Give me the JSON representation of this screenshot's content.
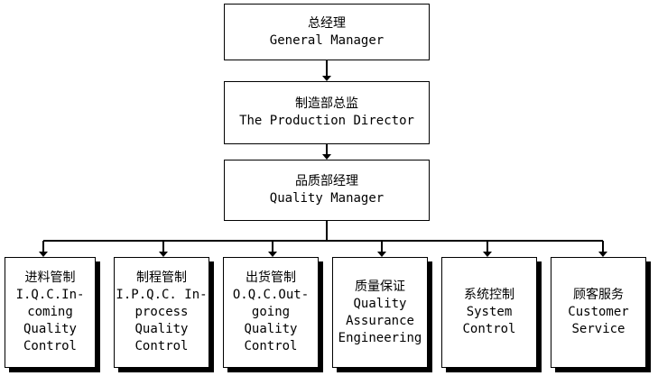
{
  "top": [
    {
      "zh": "总经理",
      "en": "General Manager"
    },
    {
      "zh": "制造部总监",
      "en": "The Production Director"
    },
    {
      "zh": "品质部经理",
      "en": "Quality Manager"
    }
  ],
  "departments": [
    {
      "zh": "进料管制",
      "en": "I.Q.C.In-\ncoming\nQuality\nControl"
    },
    {
      "zh": "制程管制",
      "en": "I.P.Q.C. In-\nprocess\nQuality\nControl"
    },
    {
      "zh": "出货管制",
      "en": "O.Q.C.Out-\ngoing\nQuality\nControl"
    },
    {
      "zh": "质量保证",
      "en": "Quality\nAssurance\nEngineering"
    },
    {
      "zh": "系统控制",
      "en": "System\nControl"
    },
    {
      "zh": "顾客服务",
      "en": "Customer\nService"
    }
  ]
}
